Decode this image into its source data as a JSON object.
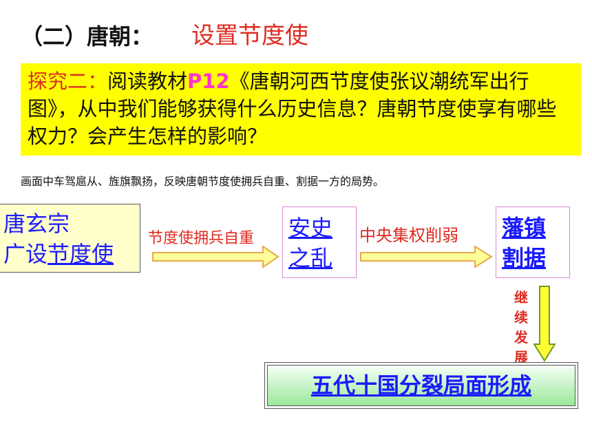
{
  "header": {
    "title": "（二）唐朝：",
    "subtitle": "设置节度使"
  },
  "inquiry": {
    "label": "探究二：",
    "text_a": "阅读教材",
    "ref": "P12",
    "text_b": "《唐朝河西节度使张议潮统军出行图》，从中我们能够获得什么历史信息？唐朝节度使享有哪些权力？会产生怎样的影响？"
  },
  "note": "画面中车驾扈从、旌旗飘扬，反映唐朝节度使拥兵自重、割据一方的局势。",
  "flow": {
    "start_line1": "唐玄宗",
    "start_line2_plain": "广设",
    "start_line2_link": "节度使",
    "arrow1_label": "节度使拥兵自重",
    "middle_line1": "安史",
    "middle_line2": "之乱",
    "arrow2_label": "中央集权削弱",
    "end_line1": "藩镇",
    "end_line2": "割据",
    "down_label": [
      "继",
      "续",
      "发",
      "展"
    ],
    "final": "五代十国分裂局面形成"
  },
  "colors": {
    "title_red": "#e02b20",
    "highlight_yellow": "#ffff00",
    "link_blue": "#1a1aff",
    "arrow_fill": "#ffff99",
    "arrow_stroke": "#e8a84b",
    "final_green": "#9be89b"
  }
}
